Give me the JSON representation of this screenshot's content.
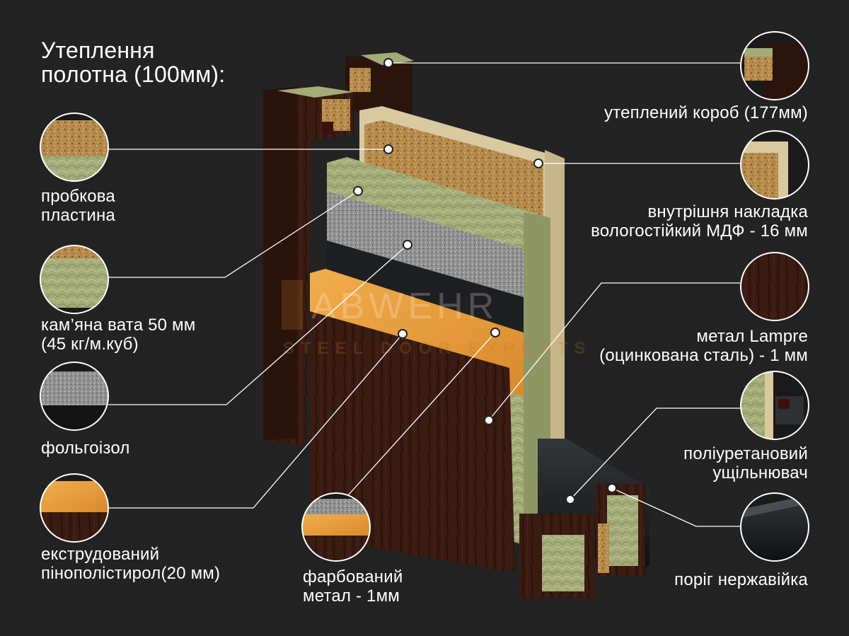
{
  "title": {
    "line1": "Утеплення",
    "line2": "полотна (100мм):"
  },
  "watermark": {
    "brand": "ABWEHR",
    "tagline": "STEEL DOOR EXPERTS"
  },
  "labels": {
    "insulated_frame": {
      "line1": "утеплений короб (177мм)"
    },
    "cork_plate": {
      "line1": "пробкова",
      "line2": "пластина"
    },
    "inner_panel": {
      "line1": "внутрішня накладка",
      "line2": "вологостійкий МДФ - 16 мм"
    },
    "stone_wool": {
      "line1": "кам’яна вата 50 мм",
      "line2": "(45 кг/м.куб)"
    },
    "lampre_metal": {
      "line1": "метал Lampre",
      "line2": "(оцинкована сталь) - 1 мм"
    },
    "foil_insulation": {
      "line1": "фольгоізол"
    },
    "pu_seal": {
      "line1": "поліуретановий",
      "line2": "ущільнювач"
    },
    "xps": {
      "line1": "екструдований",
      "line2": "пінополістирол(20 мм)"
    },
    "painted_metal": {
      "line1": "фарбований",
      "line2": "метал - 1мм"
    },
    "steel_threshold": {
      "line1": "поріг нержавійка"
    }
  },
  "colors": {
    "background": "#232323",
    "wenge": "#3a1c12",
    "cork": "#b58a4c",
    "stone_wool": "#a3ab78",
    "foil": "#8e8e8e",
    "xps": "#e49a3a",
    "mdf": "#d9c9a0",
    "steel": "#1a1c1e",
    "line": "#ffffff"
  }
}
